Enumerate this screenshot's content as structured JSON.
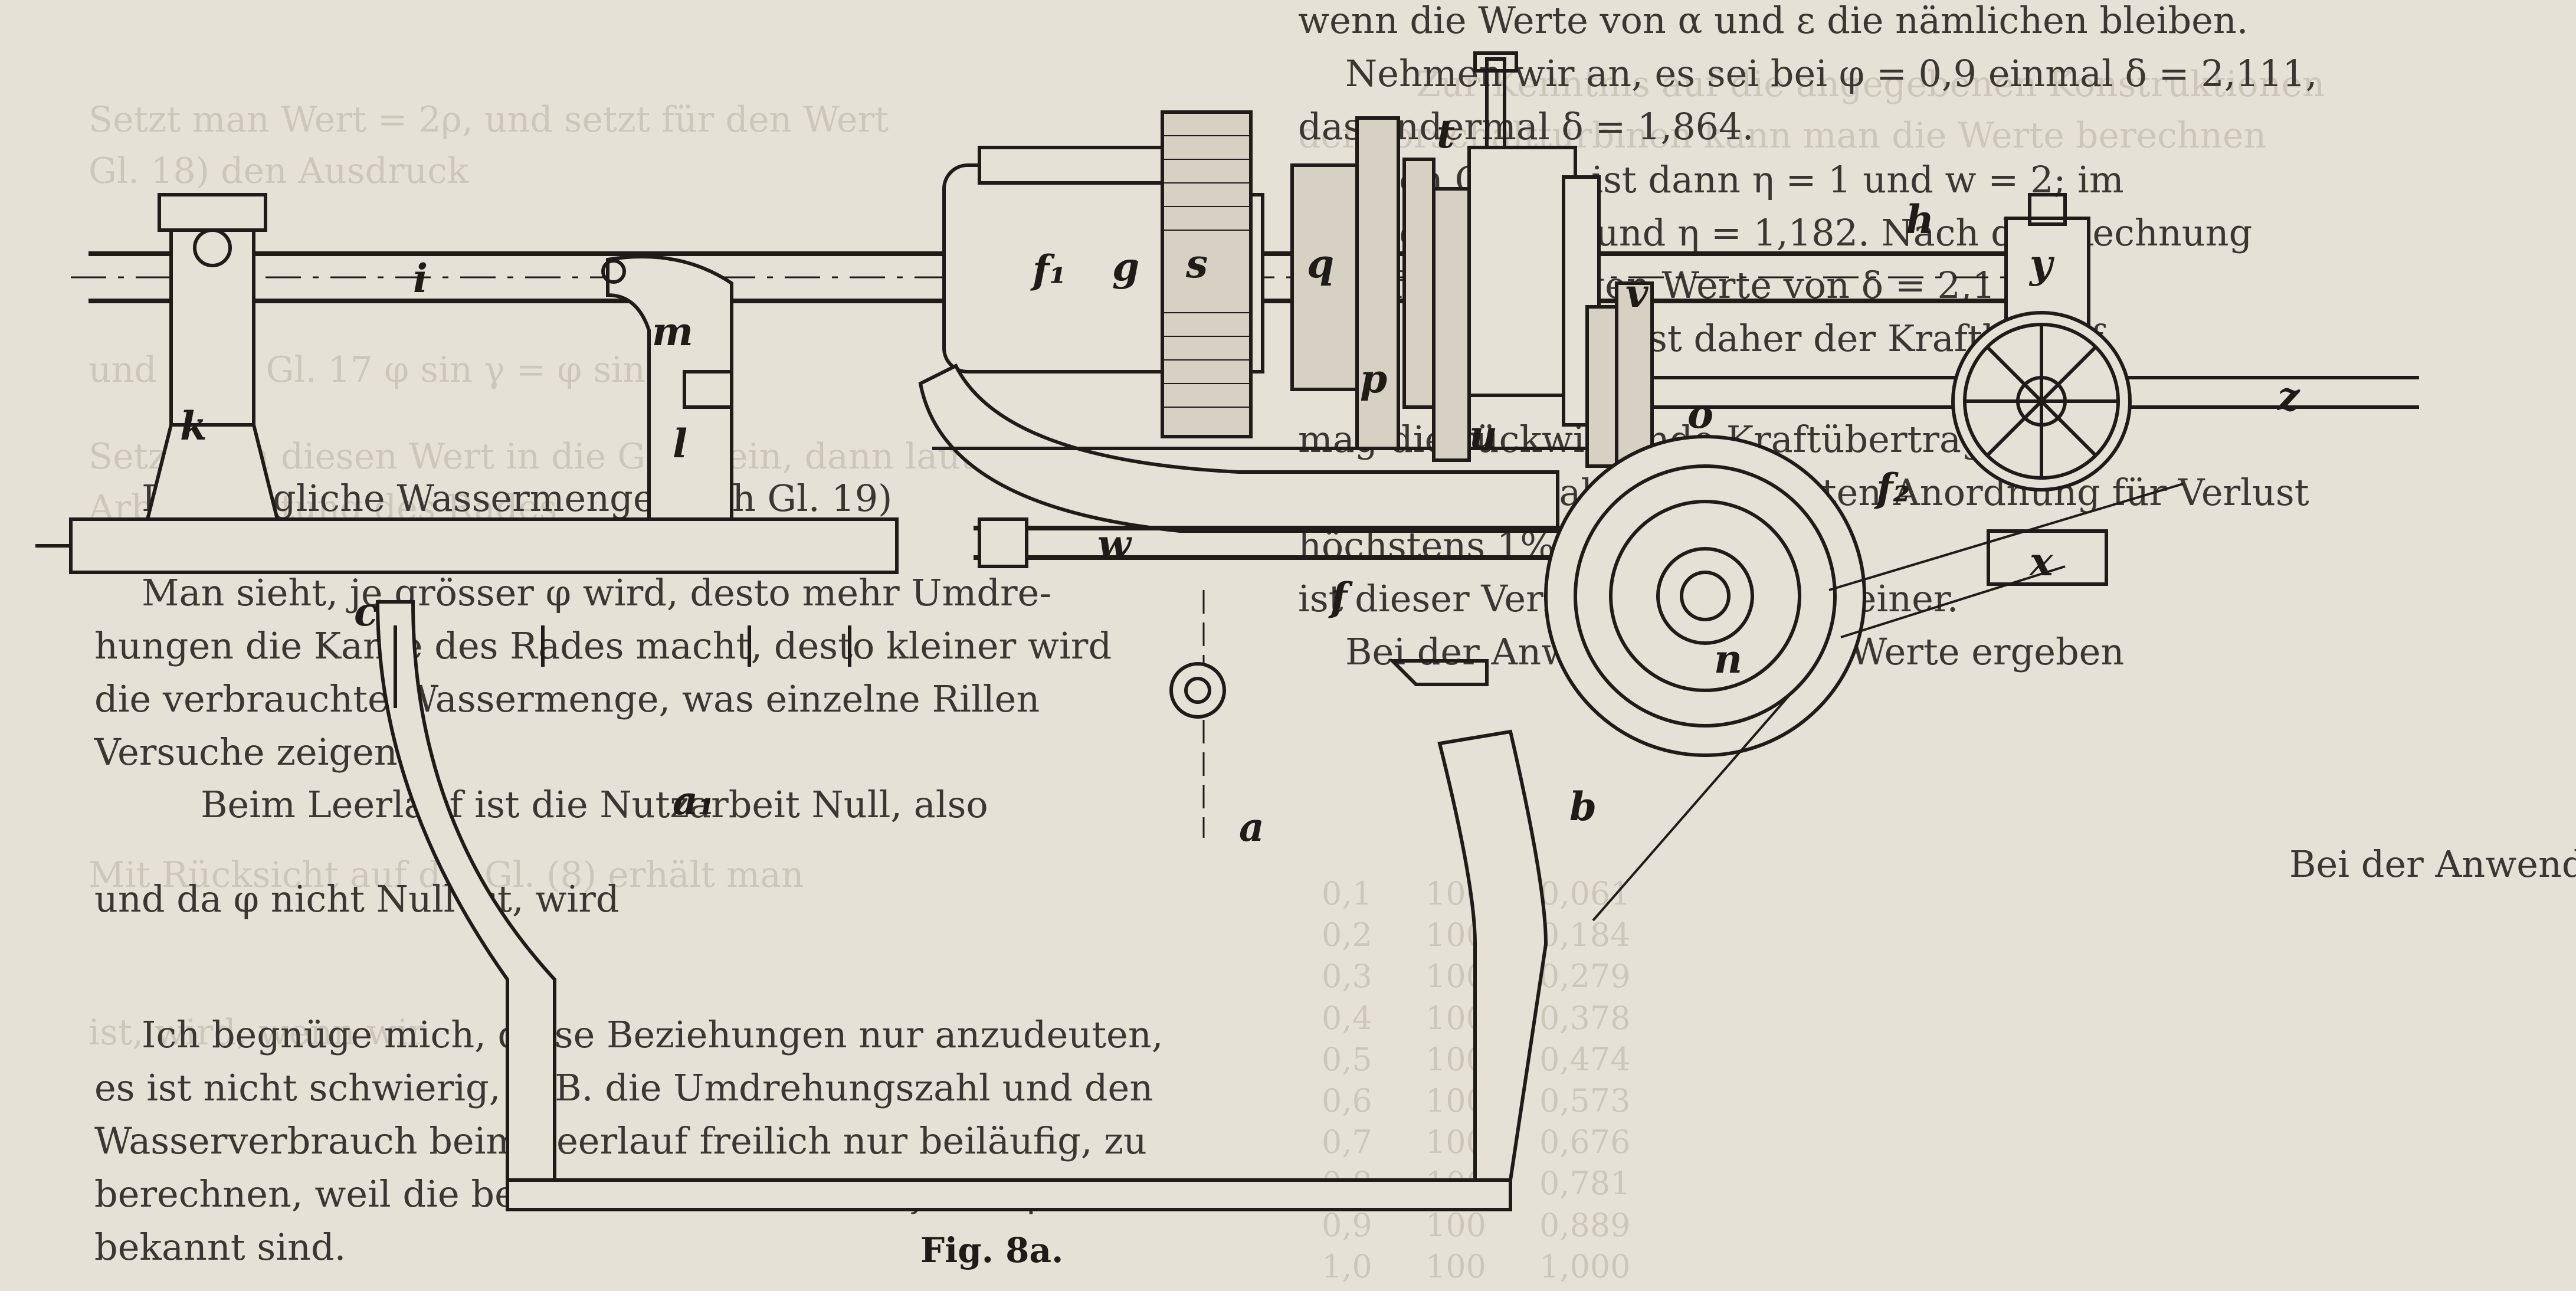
{
  "figure": {
    "caption": "Fig. 8a.",
    "labels": {
      "i": "i",
      "k": "k",
      "m": "m",
      "l": "l",
      "c": "c",
      "a1": "a₁",
      "a": "a",
      "f1": "f₁",
      "g": "g",
      "s": "s",
      "q": "q",
      "p": "p",
      "t": "t",
      "u": "u",
      "v": "v",
      "o": "o",
      "f": "f",
      "w": "w",
      "n": "n",
      "b": "b",
      "h": "h",
      "y": "y",
      "z": "z",
      "f2": "f₂",
      "x": "x"
    }
  },
  "text_left": [
    "Die mögliche Wassermenge nach Gl. 19)",
    "Man sieht, je grösser φ wird, desto mehr Umdre-",
    "hungen die Kante des Rades macht, desto kleiner wird",
    "die verbrauchte Wassermenge, was einzelne Rillen",
    "Versuche zeigen.",
    "Beim Leerlauf ist die Nutzarbeit Null, also",
    "und da φ nicht Null ist, wird",
    "Ich begnüge mich, diese Beziehungen nur anzudeuten,",
    "es ist nicht schwierig, z. B. die Umdrehungszahl und den",
    "Wasserverbrauch beim Leerlauf freilich nur beiläufig, zu",
    "berechnen, weil die besonderen Werte von ζ und η un-",
    "bekannt sind."
  ],
  "text_right": [
    "wenn die Werte von α und ε die nämlichen bleiben.",
    "Nehmen wir an, es sei bei φ = 0,9 einmal δ = 2,111,",
    "das andermal δ = 1,864.",
    "Nach Gl. 27) ist dann η = 1 und w = 2; im",
    "Falle φ = 2,160 und η = 1,182. Nach der Rechnung",
    "man für die obigen Werte von δ = 2,1",
    "Im ersten Falle ist daher der Kraftbedarf",
    "mag die rückwirkende Kraftübertragung",
    "Annahme der althergebrachten Anordnung für Verlust",
    "höchstens 1% der Leistung",
    "ist dieser Verlust aber noch kleiner.",
    "Bei der Anwendung dieser Werte ergeben",
    "Bei der Anwendung"
  ],
  "ghost_left": [
    "Setzt man Wert = 2ρ, und setzt für den Wert",
    "Gl. 18) den Ausdruck",
    "und nach Gl. 17 φ sin γ = φ sin α",
    "Setzt man diesen Wert in die Gl. 1) ein, dann lautet die",
    "Arbeitsleistung des Rades"
  ],
  "ghost_right": [
    "Zur Kenntnis auf die angegebenen Konstruktionen",
    "der Vorschaltturbinen kann man die Werte berechnen",
    "Mit Rücksicht auf die Gl. (8) erhält man",
    "ist, wird, wenn wir"
  ],
  "table_values": {
    "col1": [
      "0,1",
      "0,2",
      "0,3",
      "0,4",
      "0,5",
      "0,6",
      "0,7",
      "0,8",
      "0,9",
      "1,0"
    ],
    "col2": [
      "100",
      "100",
      "100",
      "100",
      "100",
      "100",
      "100",
      "100",
      "100",
      "100"
    ],
    "col3": [
      "0,061",
      "0,184",
      "0,279",
      "0,378",
      "0,474",
      "0,573",
      "0,676",
      "0,781",
      "0,889",
      "1,000"
    ]
  }
}
